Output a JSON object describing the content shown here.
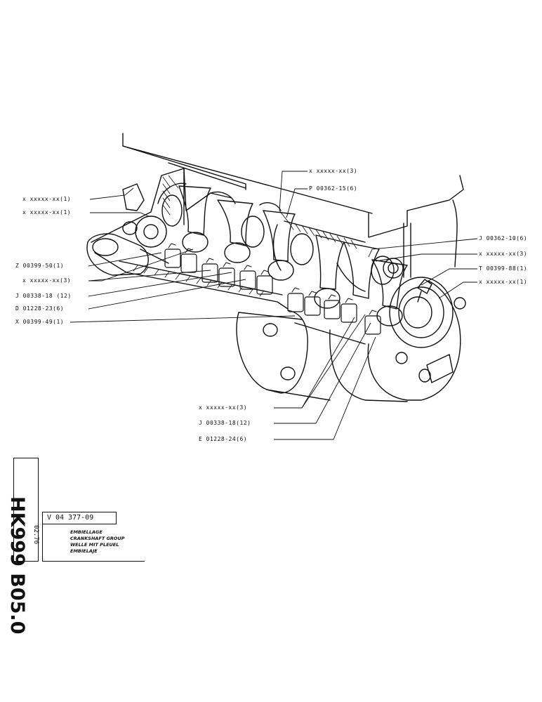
{
  "callouts": [
    {
      "id": "c1",
      "text": "x xxxxx-xx(1)"
    },
    {
      "id": "c2",
      "text": "x xxxxx-xx(1)"
    },
    {
      "id": "c3",
      "text": "Z 00399-50(1)"
    },
    {
      "id": "c4",
      "text": "x xxxxx-xx(3)"
    },
    {
      "id": "c5",
      "text": "J 00338-18 (12)"
    },
    {
      "id": "c6",
      "text": "D 01228-23(6)"
    },
    {
      "id": "c7",
      "text": "X 00399-49(1)"
    },
    {
      "id": "c8",
      "text": "x xxxxx-xx(3)"
    },
    {
      "id": "c9",
      "text": "P 00362-15(6)"
    },
    {
      "id": "c10",
      "text": "J 00362-10(6)"
    },
    {
      "id": "c11",
      "text": "x xxxxx-xx(3)"
    },
    {
      "id": "c12",
      "text": "T 00399-88(1)"
    },
    {
      "id": "c13",
      "text": "x xxxxx-xx(1)"
    },
    {
      "id": "c14",
      "text": "x xxxxx-xx(3)"
    },
    {
      "id": "c15",
      "text": "J 00338-18(12)"
    },
    {
      "id": "c16",
      "text": "E 01228-24(6)"
    }
  ],
  "title_block": {
    "drawing_code": "HK999 B05.0",
    "date": "02.76",
    "reference": "V 04  377-09",
    "titles": [
      "EMBIELLAGE",
      "CRANKSHAFT GROUP",
      "WELLE MIT PLEUEL",
      "EMBIELAJE"
    ]
  }
}
